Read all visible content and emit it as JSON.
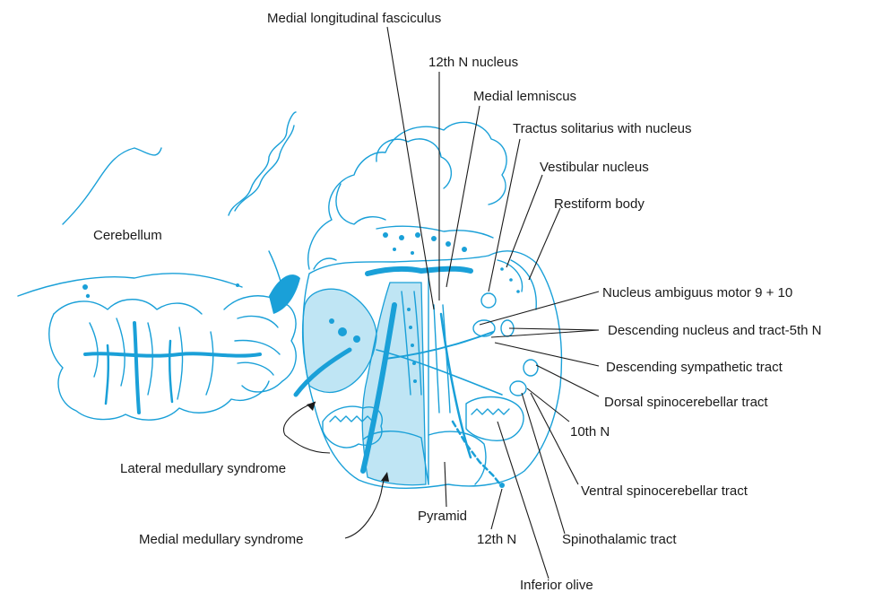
{
  "labels": {
    "medial_longitudinal_fasciculus": "Medial longitudinal fasciculus",
    "twelfth_n_nucleus": "12th N nucleus",
    "medial_lemniscus": "Medial lemniscus",
    "tractus_solitarius": "Tractus solitarius with nucleus",
    "vestibular_nucleus": "Vestibular nucleus",
    "restiform_body": "Restiform body",
    "cerebellum": "Cerebellum",
    "nucleus_ambiguus": "Nucleus ambiguus motor 9 + 10",
    "descending_nucleus_5th": "Descending nucleus and tract-5th N",
    "descending_sympathetic": "Descending sympathetic tract",
    "dorsal_spinocerebellar": "Dorsal spinocerebellar tract",
    "tenth_n": "10th N",
    "lateral_medullary": "Lateral medullary syndrome",
    "ventral_spinocerebellar": "Ventral spinocerebellar tract",
    "pyramid": "Pyramid",
    "medial_medullary": "Medial medullary syndrome",
    "twelfth_n": "12th N",
    "spinothalamic": "Spinothalamic tract",
    "inferior_olive": "Inferior olive"
  },
  "colors": {
    "drawing": "#1aa0d8",
    "text": "#1a1a1a"
  }
}
